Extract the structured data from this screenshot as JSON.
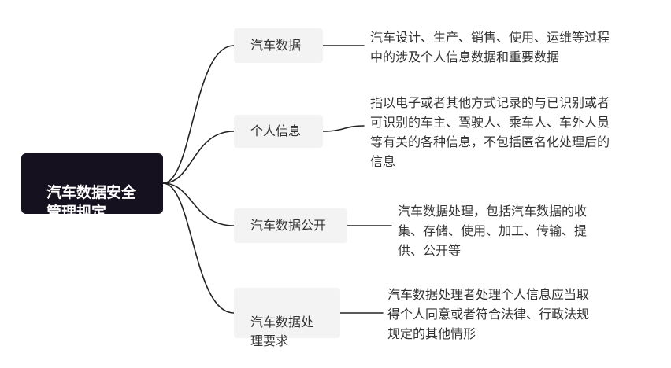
{
  "root": {
    "label": "汽车数据安全\n管理规定"
  },
  "branches": [
    {
      "label": "汽车数据",
      "detail": "汽车设计、生产、销售、使用、运维等过程\n中的涉及个人信息数据和重要数据"
    },
    {
      "label": "个人信息",
      "detail": "指以电子或者其他方式记录的与已识别或者\n可识别的车主、驾驶人、乘车人、车外人员\n等有关的各种信息，不包括匿名化处理后的\n信息"
    },
    {
      "label": "汽车数据公开",
      "detail": "汽车数据处理，包括汽车数据的收\n集、存储、使用、加工、传输、提\n供、公开等"
    },
    {
      "label": "汽车数据处\n理要求",
      "detail": "汽车数据处理者处理个人信息应当取\n得个人同意或者符合法律、行政法规\n规定的其他情形"
    }
  ],
  "colors": {
    "root_bg": "#15111f",
    "branch_bg": "#f3f3f3",
    "line": "#222222",
    "text": "#333333"
  }
}
